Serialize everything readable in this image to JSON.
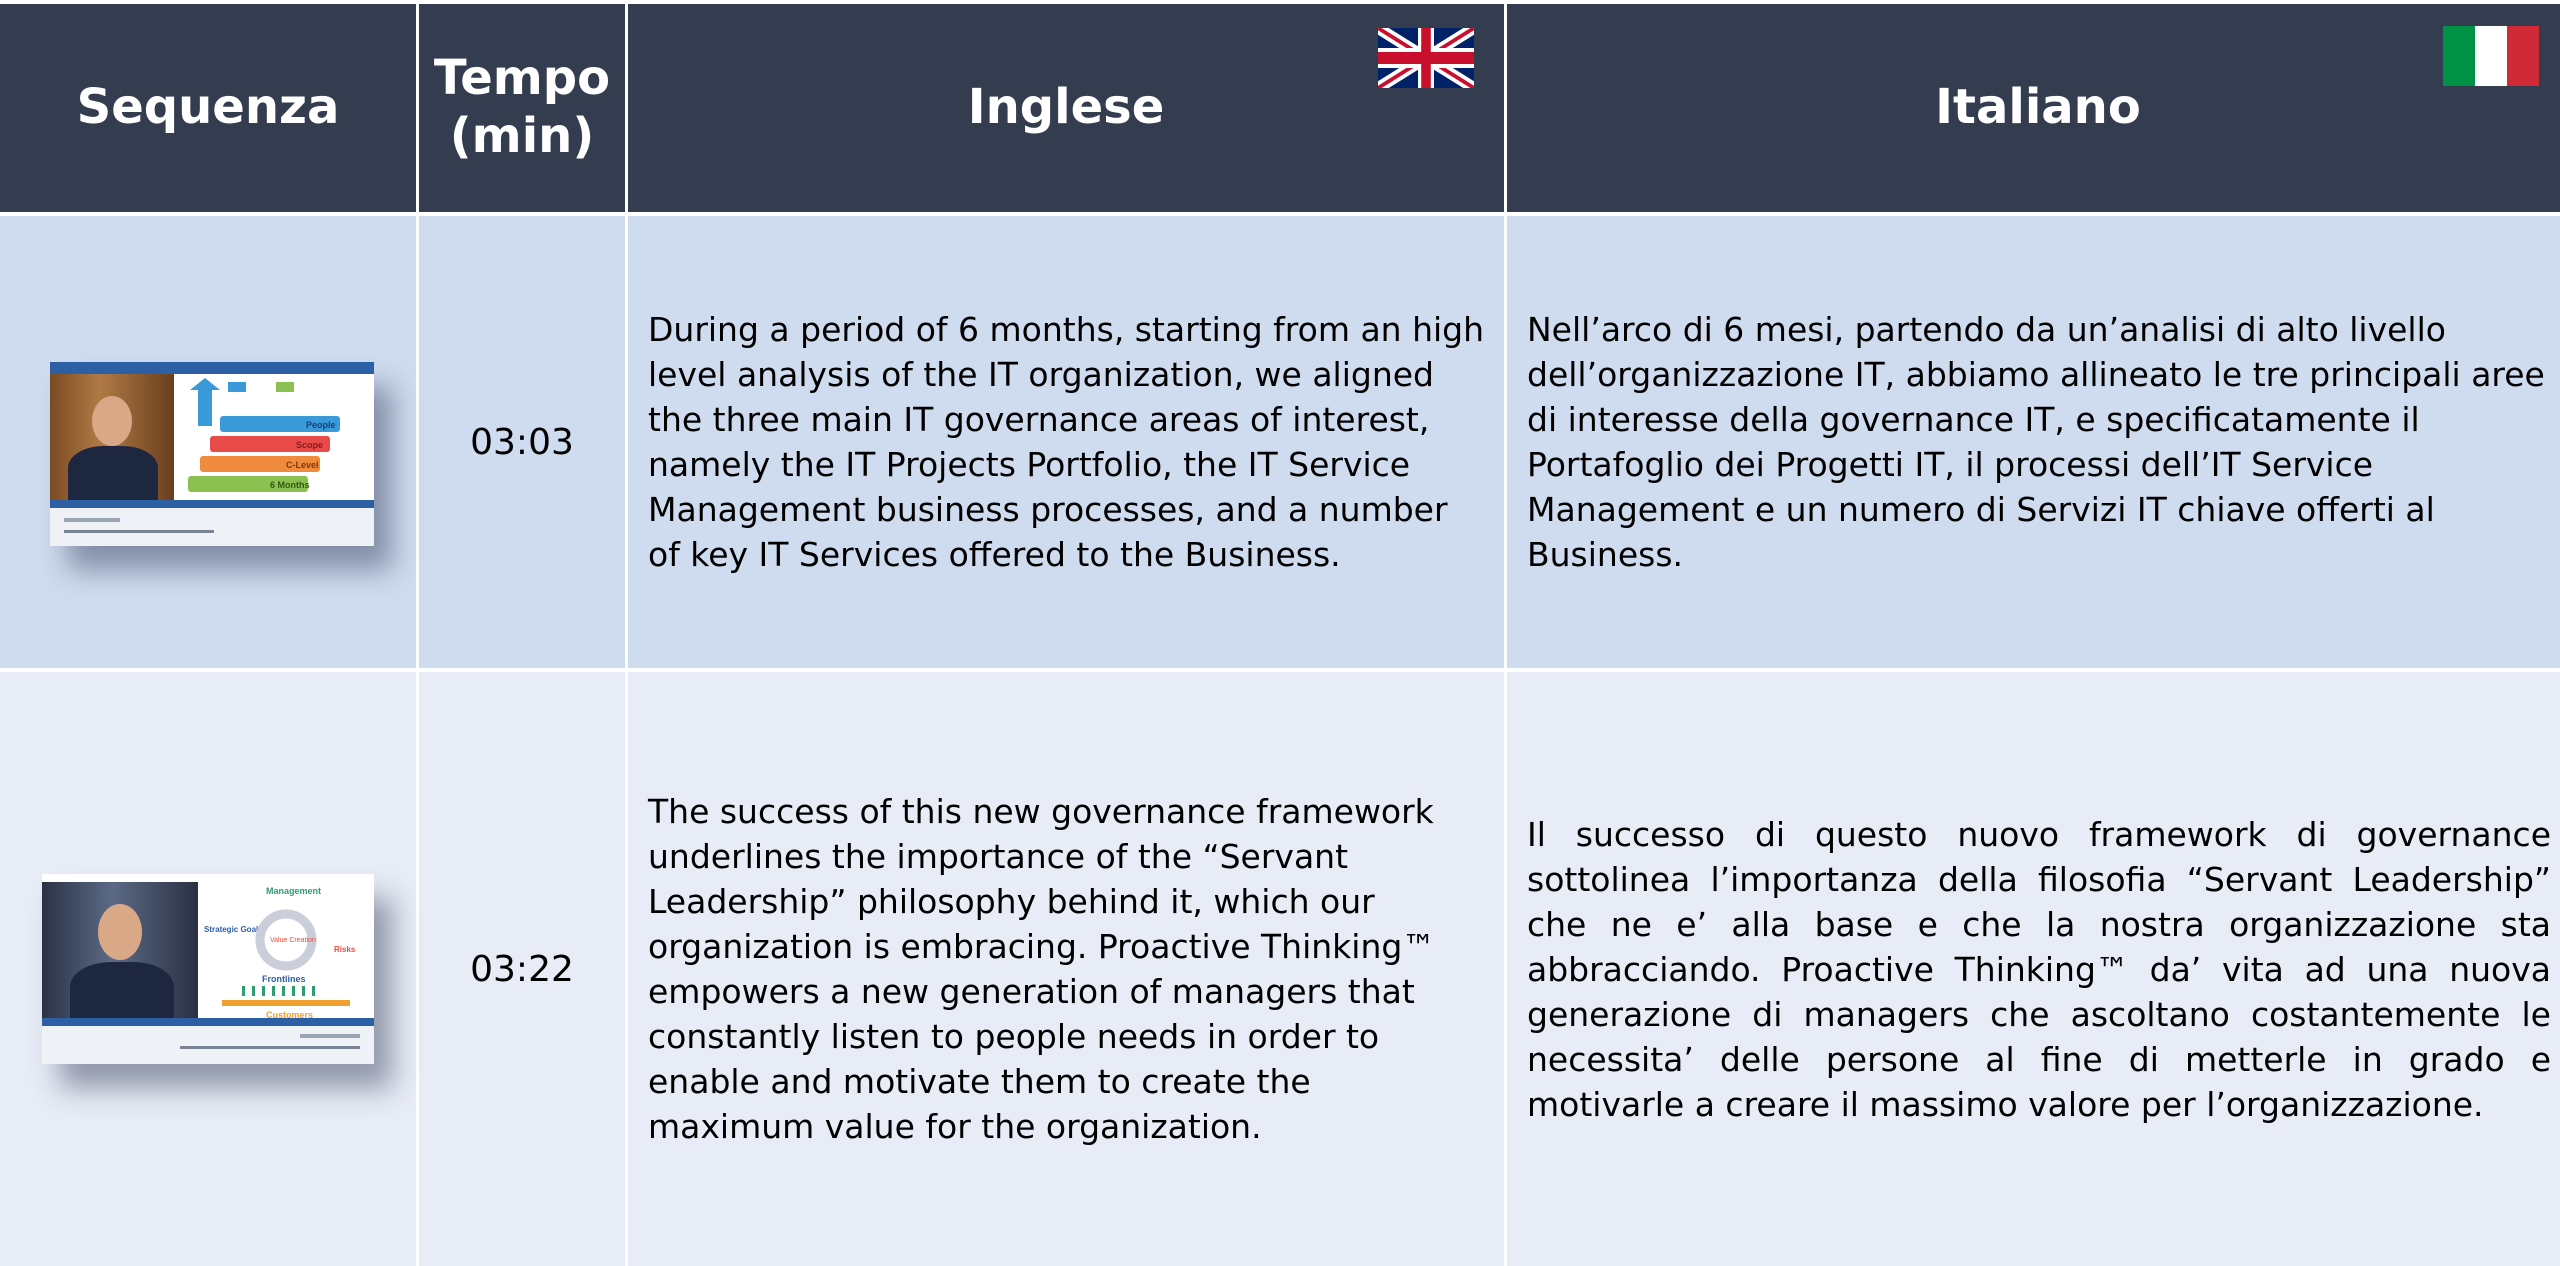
{
  "header": {
    "col_sequence": "Sequenza",
    "col_time_line1": "Tempo",
    "col_time_line2": "(min)",
    "col_english": "Inglese",
    "col_italian": "Italiano"
  },
  "flags": {
    "english": "uk-flag-icon",
    "italian": "italy-flag-icon"
  },
  "rows": [
    {
      "time": "03:03",
      "english": "During a period of 6 months, starting from an high level analysis of the IT organization, we aligned the three main IT governance areas of interest, namely the IT Projects Portfolio, the IT Service Management business processes, and a number of key IT Services offered to the Business.",
      "italian": "Nell’arco di 6 mesi, partendo da un’analisi di alto livello dell’organizzazione IT, abbiamo allineato le tre principali aree di interesse della governance IT, e specificatamente il Portafoglio dei Progetti IT, il processi dell’IT Service Management e un numero di Servizi IT chiave offerti al Business."
    },
    {
      "time": "03:22",
      "english": "The success of this new governance framework underlines the importance of the “Servant Leadership” philosophy behind it, which our organization is embracing. Proactive Thinking™ empowers a new generation of managers that constantly listen to people needs in order to enable and motivate them to create the maximum value for the organization.",
      "italian": "Il successo di questo nuovo framework di governance sottolinea l’importanza della filosofia “Servant Leadership” che ne e’ alla base e che la nostra organizzazione sta abbracciando. Proactive Thinking™ da’ vita ad una nuova generazione di managers che ascoltano costantemente le necessita’ delle persone al fine di metterle in grado e motivarle a creare il massimo valore per l’organizzazione."
    }
  ],
  "thumb1": {
    "labels": [
      "People",
      "Scope",
      "C-Level",
      "6 Months"
    ],
    "colors": [
      "#3a9ad9",
      "#e94b4b",
      "#f08a3c",
      "#8cc152"
    ]
  },
  "thumb2": {
    "labels": [
      "Management",
      "Strategic Goals",
      "Value Creation",
      "Risks",
      "Frontlines",
      "Customers"
    ],
    "colors": [
      "#2e9e6f",
      "#2d5fa4",
      "#e84c3d",
      "#f0a030"
    ]
  }
}
